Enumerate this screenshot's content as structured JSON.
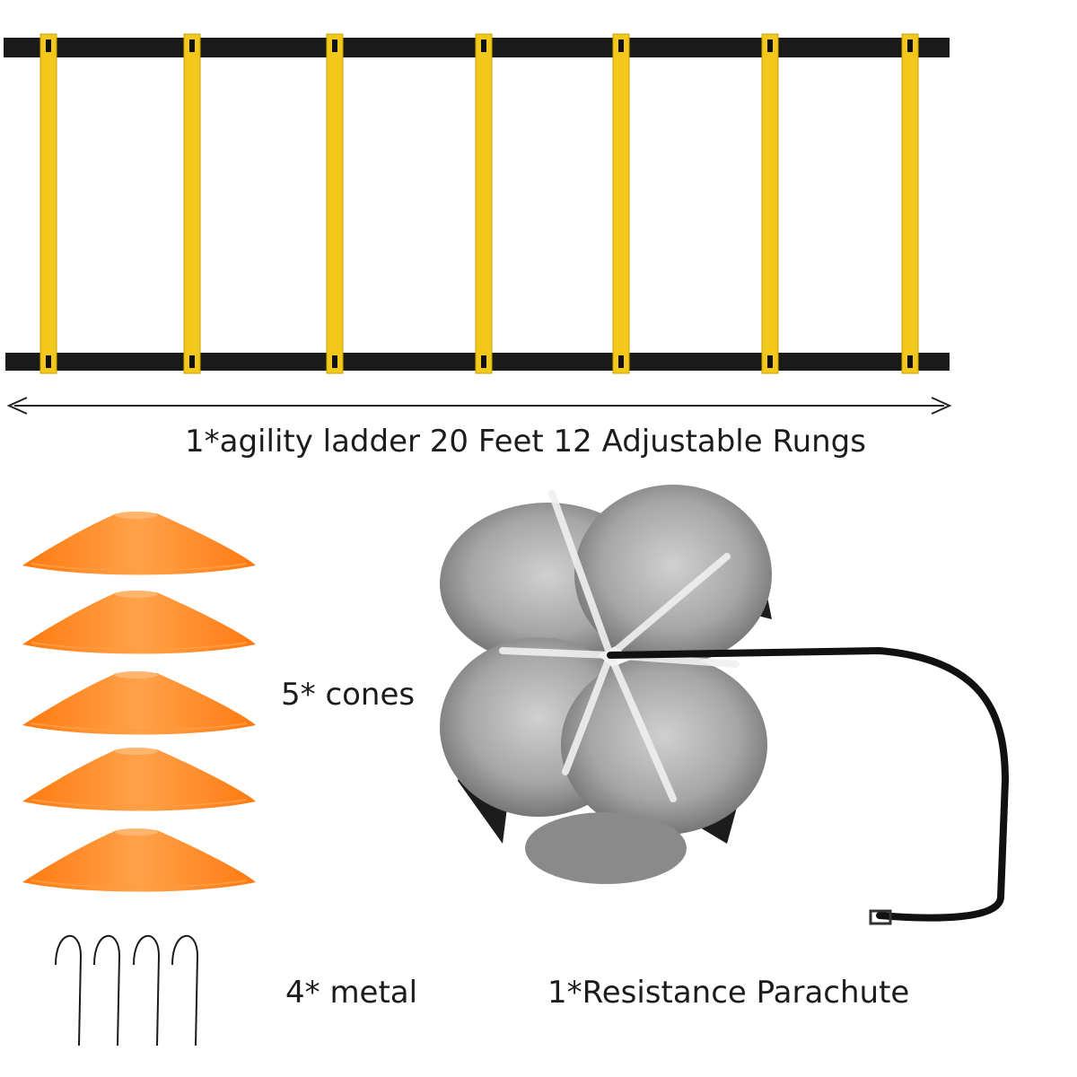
{
  "ladder": {
    "caption": "1*agility ladder 20 Feet 12 Adjustable Rungs",
    "rung_color": "#f2c81c",
    "rail_color": "#1a1a1a",
    "rungs_visible": 7
  },
  "cones": {
    "caption": "5* cones",
    "count": 5,
    "color": "#ff8a2a"
  },
  "stakes": {
    "caption": "4* metal",
    "count": 4,
    "color": "#1a1a1a"
  },
  "parachute": {
    "caption": "1*Resistance Parachute",
    "canopy_color": "#9a9a9a",
    "strap_color": "#111111"
  }
}
